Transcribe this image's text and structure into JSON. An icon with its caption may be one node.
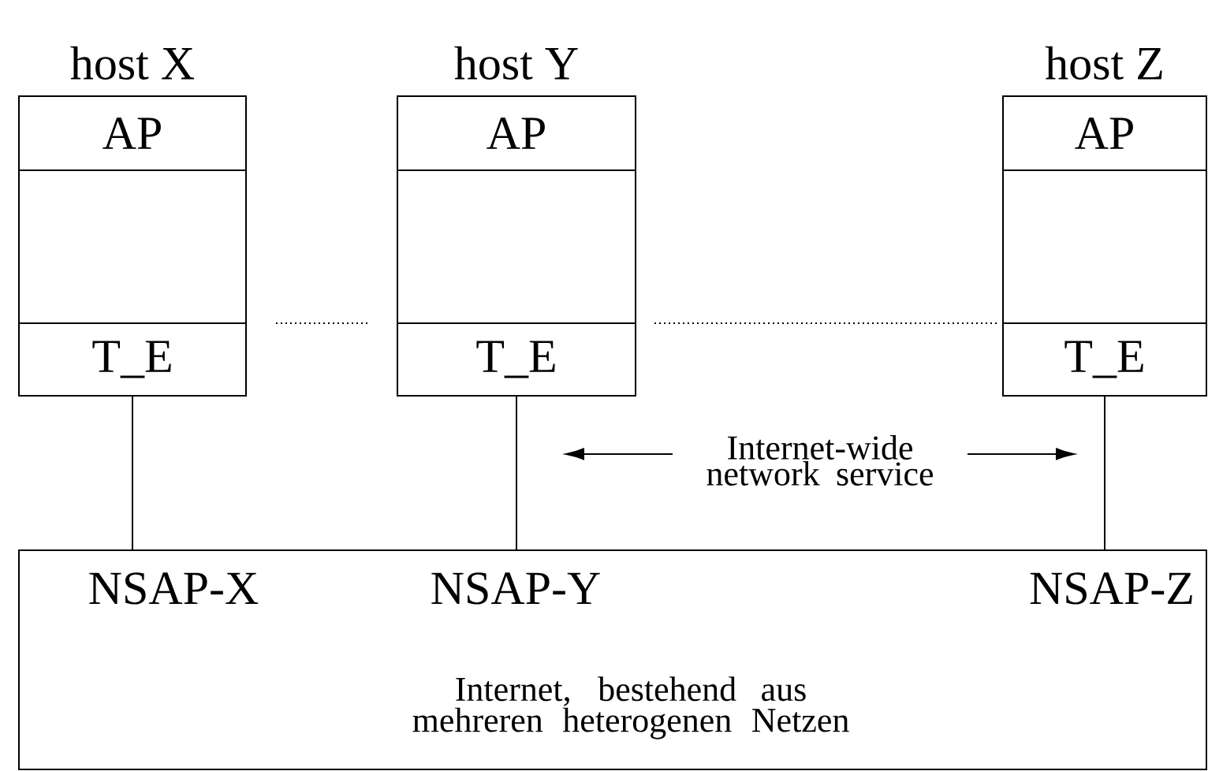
{
  "diagram": {
    "nodes": [
      {
        "text": [
          "host X"
        ]
      },
      {
        "text": [
          "AP"
        ],
        "in": 0
      },
      {
        "text": [
          "T_E"
        ],
        "in": 0
      },
      {
        "text": [
          "host Y"
        ]
      },
      {
        "text": [
          "AP"
        ],
        "in": 3
      },
      {
        "text": [
          "T_E"
        ],
        "in": 3
      },
      {
        "text": [
          "host Z"
        ]
      },
      {
        "text": [
          "AP"
        ],
        "in": 6
      },
      {
        "text": [
          "T_E"
        ],
        "in": 6
      },
      {
        "text": [
          "Internet-wide network service"
        ]
      },
      {
        "text": [
          "Internet, bestehend aus mehreren heterogenen Netzen"
        ]
      },
      {
        "text": [
          "NSAP-X"
        ],
        "in": 10
      },
      {
        "text": [
          "NSAP-Y"
        ],
        "in": 10
      },
      {
        "text": [
          "NSAP-Z"
        ],
        "in": 10
      }
    ],
    "edges": [
      {
        "from": 2,
        "to": 11,
        "arrow": "none"
      },
      {
        "from": 5,
        "to": 12,
        "arrow": "none"
      },
      {
        "from": 8,
        "to": 13,
        "arrow": "none"
      },
      {
        "from": 9,
        "to": null,
        "arrow": "to"
      },
      {
        "from": 9,
        "to": null,
        "arrow": "to"
      }
    ]
  }
}
